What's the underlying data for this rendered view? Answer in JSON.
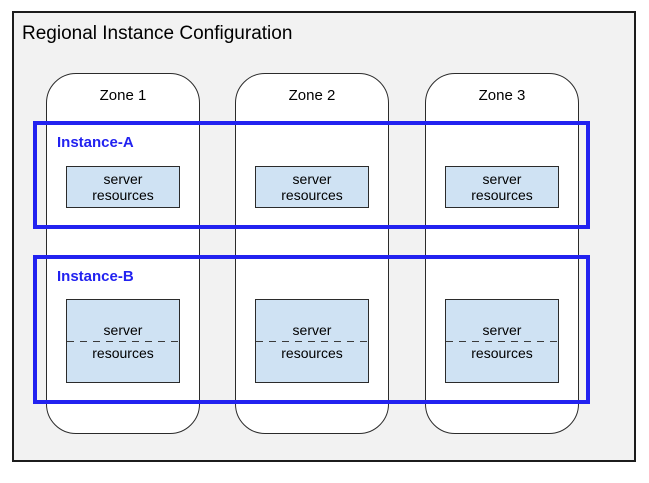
{
  "diagram": {
    "title": "Regional Instance Configuration",
    "zones": [
      {
        "label": "Zone 1"
      },
      {
        "label": "Zone 2"
      },
      {
        "label": "Zone 3"
      }
    ],
    "instances": [
      {
        "label": "Instance-A",
        "divider": "none",
        "resources": [
          {
            "line1": "server",
            "line2": "resources"
          },
          {
            "line1": "server",
            "line2": "resources"
          },
          {
            "line1": "server",
            "line2": "resources"
          }
        ]
      },
      {
        "label": "Instance-B",
        "divider": "dashed",
        "resources": [
          {
            "line1": "server",
            "line2": "resources"
          },
          {
            "line1": "server",
            "line2": "resources"
          },
          {
            "line1": "server",
            "line2": "resources"
          }
        ]
      }
    ],
    "colors": {
      "region_fill": "#f2f2f2",
      "region_border": "#1c1c1c",
      "zone_fill": "#ffffff",
      "zone_border": "#2b2b2b",
      "instance_accent": "#2222f0",
      "resource_fill": "#cfe2f3",
      "resource_border": "#2b2b2b",
      "divider_color": "#3a3a3a",
      "text_color": "#000000"
    }
  }
}
